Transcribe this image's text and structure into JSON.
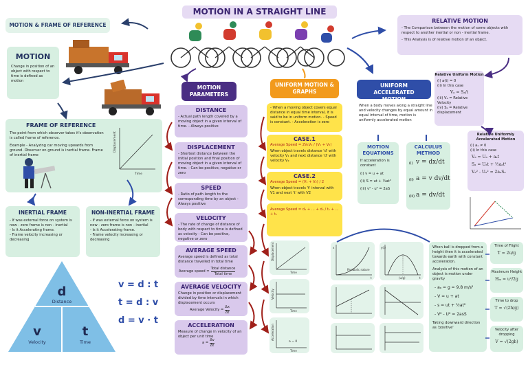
{
  "title": "MOTION IN A STRAIGHT LINE",
  "motion_frame_title": "MOTION & FRAME OF REFERENCE",
  "motion": {
    "title": "MOTION",
    "text": "Change in position of an object with respect to time is defined as motion"
  },
  "frame_of_reference": {
    "title": "FRAME OF REFERENCE",
    "text1": "The point from which observer takes it's observation is called frame of reference.",
    "text2": "Example - Analyzing car moving upwards from ground. Observer on ground is inertial frame. Frame of inertial frame"
  },
  "graph_small": {
    "ylabel": "Displacement",
    "xlabel": "Time"
  },
  "inertial": {
    "title": "INERTIAL FRAME",
    "items": [
      "- If was external force on system is now - zero frame is non - inertial",
      "- Is it Accelerating frame.",
      "- Frame velocity increasing or decreasing"
    ]
  },
  "non_inertial": {
    "title": "NON-INERTIAL FRAME",
    "items": [
      "- If was external force on system is now - zero frame is non - inertial",
      "- Is it Accelerating frame.",
      "- Frame velocity increasing or decreasing"
    ]
  },
  "triangle": {
    "d": "d",
    "d_label": "Distance",
    "v": "v",
    "v_label": "Velocity",
    "t": "t",
    "t_label": "Time"
  },
  "formulas": {
    "f1": "v = d : t",
    "f2": "t = d : v",
    "f3": "d = v · t"
  },
  "params": {
    "title": "MOTION PARAMETERS",
    "distance": {
      "title": "DISTANCE",
      "text": "- Actual path length covered by a moving object in a given interval of time. - Always positive"
    },
    "displacement": {
      "title": "DISPLACEMENT",
      "text": "- Shortest distance between the initial position and final position of moving object in a given interval of time. - Can be positive, negative or zero"
    },
    "speed": {
      "title": "SPEED",
      "text": "- Ratio of path length to the corresponding time by an object - Always positive"
    },
    "velocity": {
      "title": "VELOCITY",
      "text": "- The rate of change of distance of body with respect to time is defined as velocity - Can be positive, negative or zero"
    },
    "avg_speed": {
      "title": "AVERAGE SPEED",
      "text": "Average speed is defined as total distance travelled in total time",
      "formula_label": "Average speed =",
      "num": "Total distance",
      "den": "Total time"
    },
    "avg_velocity": {
      "title": "AVERAGE VELOCITY",
      "text": "Change in position or displacement divided by time intervals in which displacement occurs",
      "formula_label": "Average Velocity =",
      "num": "Δx",
      "den": "Δt"
    },
    "acceleration": {
      "title": "ACCELERATION",
      "text": "Measure of change in velocity of an object per unit time",
      "formula_label": "a =",
      "num": "Δv",
      "den": "Δt"
    }
  },
  "uniform": {
    "title": "UNIFORM MOTION & GRAPHS",
    "text": "- When a moving object covers equal distance in equal time interval, it is said to be in uniform motion. - Speed is constant. - Acceleration is zero",
    "case1_title": "CASE.1",
    "case1_formula": "Average Speed = 2V₁V₂ / (V₁ + V₂)",
    "case1_text": "When object travels distance 'd' with velocity V₁ and next distance 'd' with velocity V₂",
    "case2_title": "CASE.2",
    "case2_formula": "Average Speed = (V₁ + V₂) / 2",
    "case2_text": "When object travels 't' interval with V1 and next 't' with V2",
    "case3_formula": "Average Speed = d₁ + ... + dₙ / t₁ + ... + tₙ"
  },
  "uam": {
    "title": "UNIFORM ACCELERATED MOTION",
    "text": "When a body moves along a straight line and velocity changes by equal amount in equal interval of time, motion is uniformly accelerated motion"
  },
  "motion_eq": {
    "title": "MOTION EQUATIONS",
    "intro": "If acceleration is constant",
    "e1": "(i) v = u + at",
    "e2": "(ii) S = ut + ½at²",
    "e3": "(iii) v² - u² = 2aS"
  },
  "calculus": {
    "title": "CALCULUS METHOD",
    "e1_idx": "(i)",
    "e1": "v = dx/dt",
    "e2_idx": "(ii)",
    "e2": "a = v dv/dt",
    "e3_idx": "(iii)",
    "e3": "a = dv/dt"
  },
  "relative": {
    "title": "RELATIVE MOTION",
    "text1": "- The Comparison between the motion of some objects with respect to another inertial or non - inertial frame.",
    "text2": "- This Analysis is of relative motion of an object."
  },
  "rel_uniform": {
    "title": "Relative Uniform Motion",
    "i": "(i) a(t) = 0",
    "ii": "(ii) In this case",
    "formula": "Vₐ = Sₐ/t",
    "iii": "(iii) Vₐ = Relative Velocity",
    "iv": "(iv) Sₐ = Relative displacement"
  },
  "rel_accel": {
    "title": "Relative Uniformly Accelerated Motion",
    "i": "(i) aₐ ≠ 0",
    "ii": "(ii) In this case",
    "f1": "Vₐ = Uₐ + aₐt",
    "f2": "Sₐ = Uₐt + ½aₐt²",
    "f3": "Vₐ² - Uₐ² = 2aₐSₐ"
  },
  "free_fall": {
    "text1": "When ball is dropped from a height then it is accelerated towards earth with constant acceleration.",
    "text2": "Analysis of this motion of an object is motion under gravity",
    "items": [
      "- aₐ = g = 9.8 m/s²",
      "- V = u + at",
      "- s = ut + ½at²",
      "- V² - U² = 2asS"
    ],
    "text3": "Taking downward direction as 'positive'"
  },
  "side_boxes": [
    {
      "title": "Time of Flight",
      "formula": "T = 2u/g"
    },
    {
      "title": "Maximum Height",
      "formula": "Hₘ = u²/2g"
    },
    {
      "title": "Time to drop",
      "formula": "T = √(2h/g)"
    },
    {
      "title": "Velocity after dropping",
      "formula": "V = √(2gh)"
    }
  ],
  "graphs": {
    "displacement_time": {
      "ylabel": "Displacement",
      "xlabel": "Time"
    },
    "velocity_time": {
      "ylabel": "Velocity",
      "xlabel": "Time"
    },
    "acceleration_time": {
      "ylabel": "Acceleration",
      "xlabel": "Time",
      "label": "a = 0"
    },
    "parabolic": {
      "label": "Parabolic nature",
      "y": "x",
      "x": "t"
    },
    "peak": {
      "y": "y(t)",
      "x": "t",
      "mark": "(u/g)"
    }
  }
}
